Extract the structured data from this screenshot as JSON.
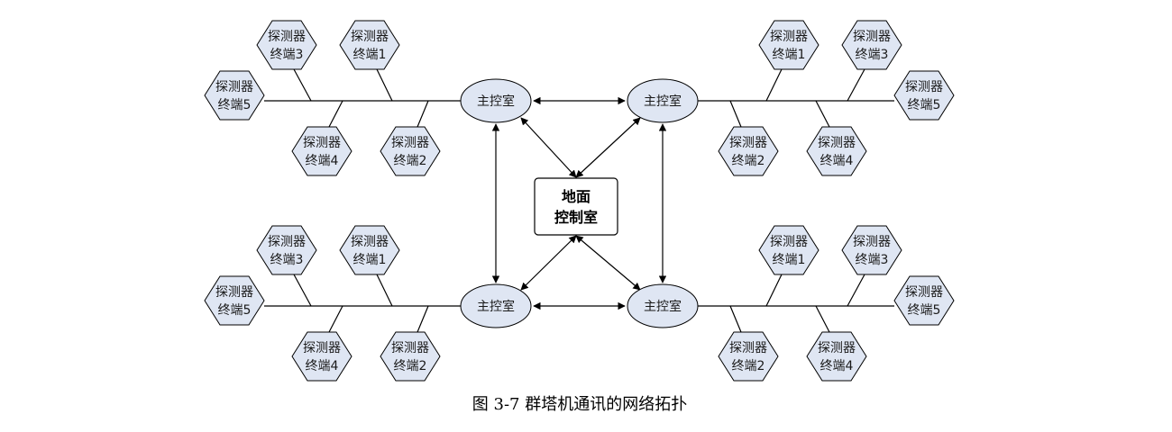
{
  "diagram": {
    "ground_station": {
      "line1": "地面",
      "line2": "控制室"
    },
    "master_label": "主控室",
    "terminal_line1": "探测器",
    "terminal_line2_prefix": "终端",
    "clusters": [
      {
        "master": "主控室",
        "terminals": [
          {
            "line1": "探测器",
            "line2": "终端3"
          },
          {
            "line1": "探测器",
            "line2": "终端1"
          },
          {
            "line1": "探测器",
            "line2": "终端5"
          },
          {
            "line1": "探测器",
            "line2": "终端4"
          },
          {
            "line1": "探测器",
            "line2": "终端2"
          }
        ]
      },
      {
        "master": "主控室",
        "terminals": [
          {
            "line1": "探测器",
            "line2": "终端1"
          },
          {
            "line1": "探测器",
            "line2": "终端3"
          },
          {
            "line1": "探测器",
            "line2": "终端5"
          },
          {
            "line1": "探测器",
            "line2": "终端2"
          },
          {
            "line1": "探测器",
            "line2": "终端4"
          }
        ]
      },
      {
        "master": "主控室",
        "terminals": [
          {
            "line1": "探测器",
            "line2": "终端3"
          },
          {
            "line1": "探测器",
            "line2": "终端1"
          },
          {
            "line1": "探测器",
            "line2": "终端5"
          },
          {
            "line1": "探测器",
            "line2": "终端4"
          },
          {
            "line1": "探测器",
            "line2": "终端2"
          }
        ]
      },
      {
        "master": "主控室",
        "terminals": [
          {
            "line1": "探测器",
            "line2": "终端1"
          },
          {
            "line1": "探测器",
            "line2": "终端3"
          },
          {
            "line1": "探测器",
            "line2": "终端5"
          },
          {
            "line1": "探测器",
            "line2": "终端2"
          },
          {
            "line1": "探测器",
            "line2": "终端4"
          }
        ]
      }
    ]
  },
  "caption": "图 3-7  群塔机通讯的网络拓扑",
  "colors": {
    "node_fill": "#dfe6f3",
    "stroke": "#000000",
    "background": "#ffffff"
  }
}
